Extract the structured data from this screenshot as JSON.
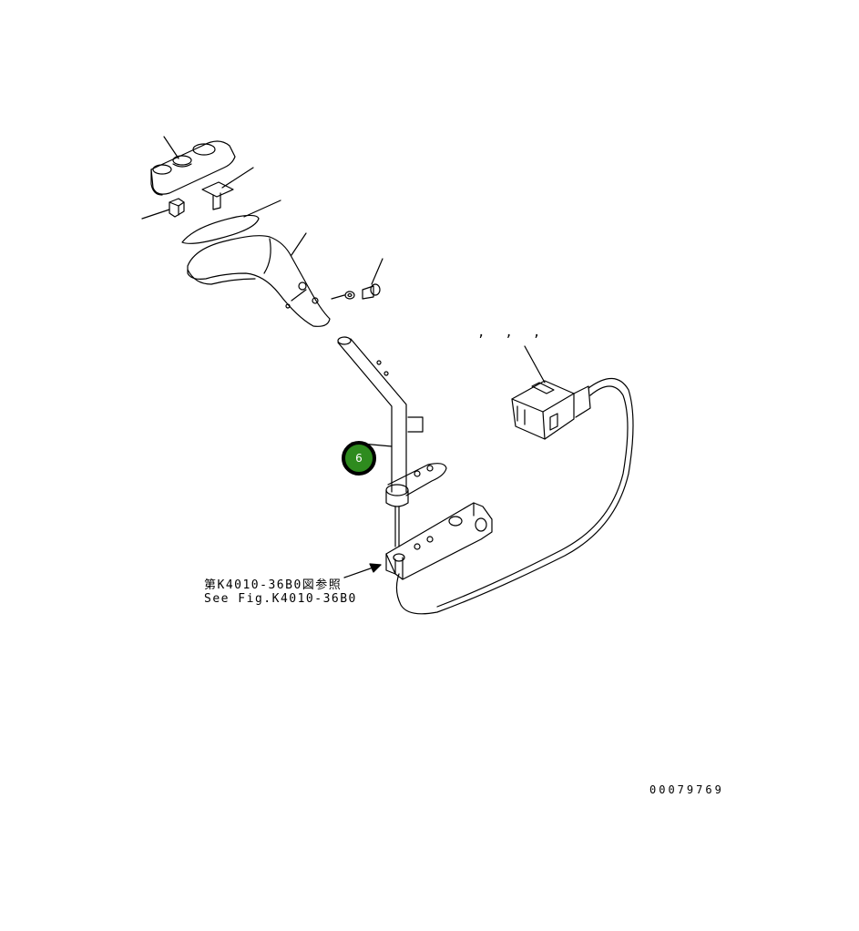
{
  "reference": {
    "jp": "第K4010-36B0図参照",
    "en": "See Fig.K4010-36B0"
  },
  "drawing_number": "00079769",
  "connector_label_commas": ",,,",
  "callout": {
    "number": "6",
    "fill_color": "#2e8b1e"
  },
  "line_color": "#000000"
}
